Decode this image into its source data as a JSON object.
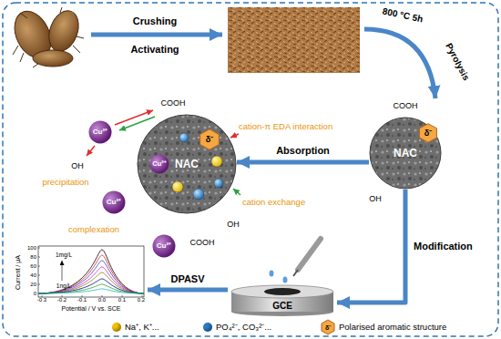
{
  "diagram": {
    "nodes": [
      {
        "text": [
          "NAC"
        ]
      },
      {
        "text": [
          "δ⁻"
        ],
        "in": 0
      },
      {
        "text": [
          "NAC"
        ]
      },
      {
        "text": [
          "δ⁻"
        ],
        "in": 2
      },
      {
        "text": [
          "Cu²⁺"
        ],
        "in": 2
      },
      {
        "text": [
          "Cu²⁺"
        ]
      },
      {
        "text": [
          "Cu²⁺"
        ]
      },
      {
        "text": [
          "Cu²⁺"
        ]
      },
      {
        "text": [
          "GCE"
        ]
      },
      {
        "text": [
          "Current / μA",
          "Potential / V vs. SCE",
          "1mg/L",
          "1ng/L"
        ]
      }
    ],
    "edges": [
      {
        "from": 0,
        "to": 2,
        "label": "Absorption",
        "arrow": "to"
      },
      {
        "from": 0,
        "to": 8,
        "label": "Modification",
        "arrow": "to"
      },
      {
        "from": 8,
        "to": 9,
        "label": "DPASV",
        "arrow": "to"
      }
    ],
    "labels": [
      "Crushing",
      "Activating",
      "800 °C 5h",
      "Pyrolysis",
      "COOH",
      "OH",
      "COOH",
      "OH",
      "COOH",
      "OH",
      "cation-π EDA interaction",
      "precipitation",
      "cation exchange",
      "complexation",
      "-0.3",
      "-0.2",
      "-0.1",
      "0.0",
      "0.1",
      "0.2",
      "0",
      "20",
      "40",
      "60",
      "80",
      "100",
      "δ⁻"
    ],
    "legend": [
      {
        "text": "Na⁺, K⁺...",
        "color": "#f2c200"
      },
      {
        "text": "PO₄²⁻, CO₃²⁻...",
        "color": "#2b7bc4"
      },
      {
        "text": "Polarised aromatic structure"
      }
    ]
  }
}
